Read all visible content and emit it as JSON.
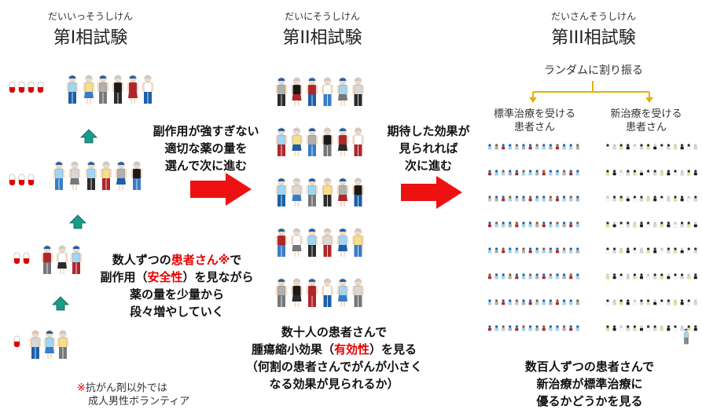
{
  "phase1": {
    "kana": "だいいっそうしけん",
    "title": "第I相試験",
    "desc_line1_pre": "数人ずつの",
    "desc_line1_red": "患者さん※",
    "desc_line1_post": "で",
    "desc_line2_pre": "副作用（",
    "desc_line2_red": "安全性",
    "desc_line2_post": "）を見ながら",
    "desc_line3": "薬の量を少量から",
    "desc_line4": "段々増やしていく",
    "note_mark": "※",
    "note_line1": "抗がん剤以外では",
    "note_line2": "成人男性ボランティア"
  },
  "transition1": {
    "line1": "副作用が強すぎない",
    "line2": "適切な薬の量を",
    "line3": "選んで次に進む"
  },
  "phase2": {
    "kana": "だいにそうしけん",
    "title": "第II相試験",
    "desc_line1": "数十人の患者さんで",
    "desc_line2_pre": "腫瘍縮小効果（",
    "desc_line2_red": "有効性",
    "desc_line2_post": "）を見る",
    "desc_line3": "（何割の患者さんでがんが小さく",
    "desc_line4": "なる効果が見られるか）"
  },
  "transition2": {
    "line1": "期待した効果が",
    "line2": "見られれば",
    "line3": "次に進む"
  },
  "phase3": {
    "kana": "だいさんそうしけん",
    "title": "第III相試験",
    "random_label": "ランダムに割り振る",
    "group_a_line1": "標準治療を受ける",
    "group_a_line2": "患者さん",
    "group_b_line1": "新治療を受ける",
    "group_b_line2": "患者さん",
    "desc_line1": "数百人ずつの患者さんで",
    "desc_line2": "新治療が標準治療に",
    "desc_line3": "優るかどうかを見る"
  },
  "colors": {
    "arrow_red": "#ee1111",
    "step_arrow": "#1a9a8a",
    "bracket": "#e8b000",
    "emphasis_red": "#e60000"
  }
}
